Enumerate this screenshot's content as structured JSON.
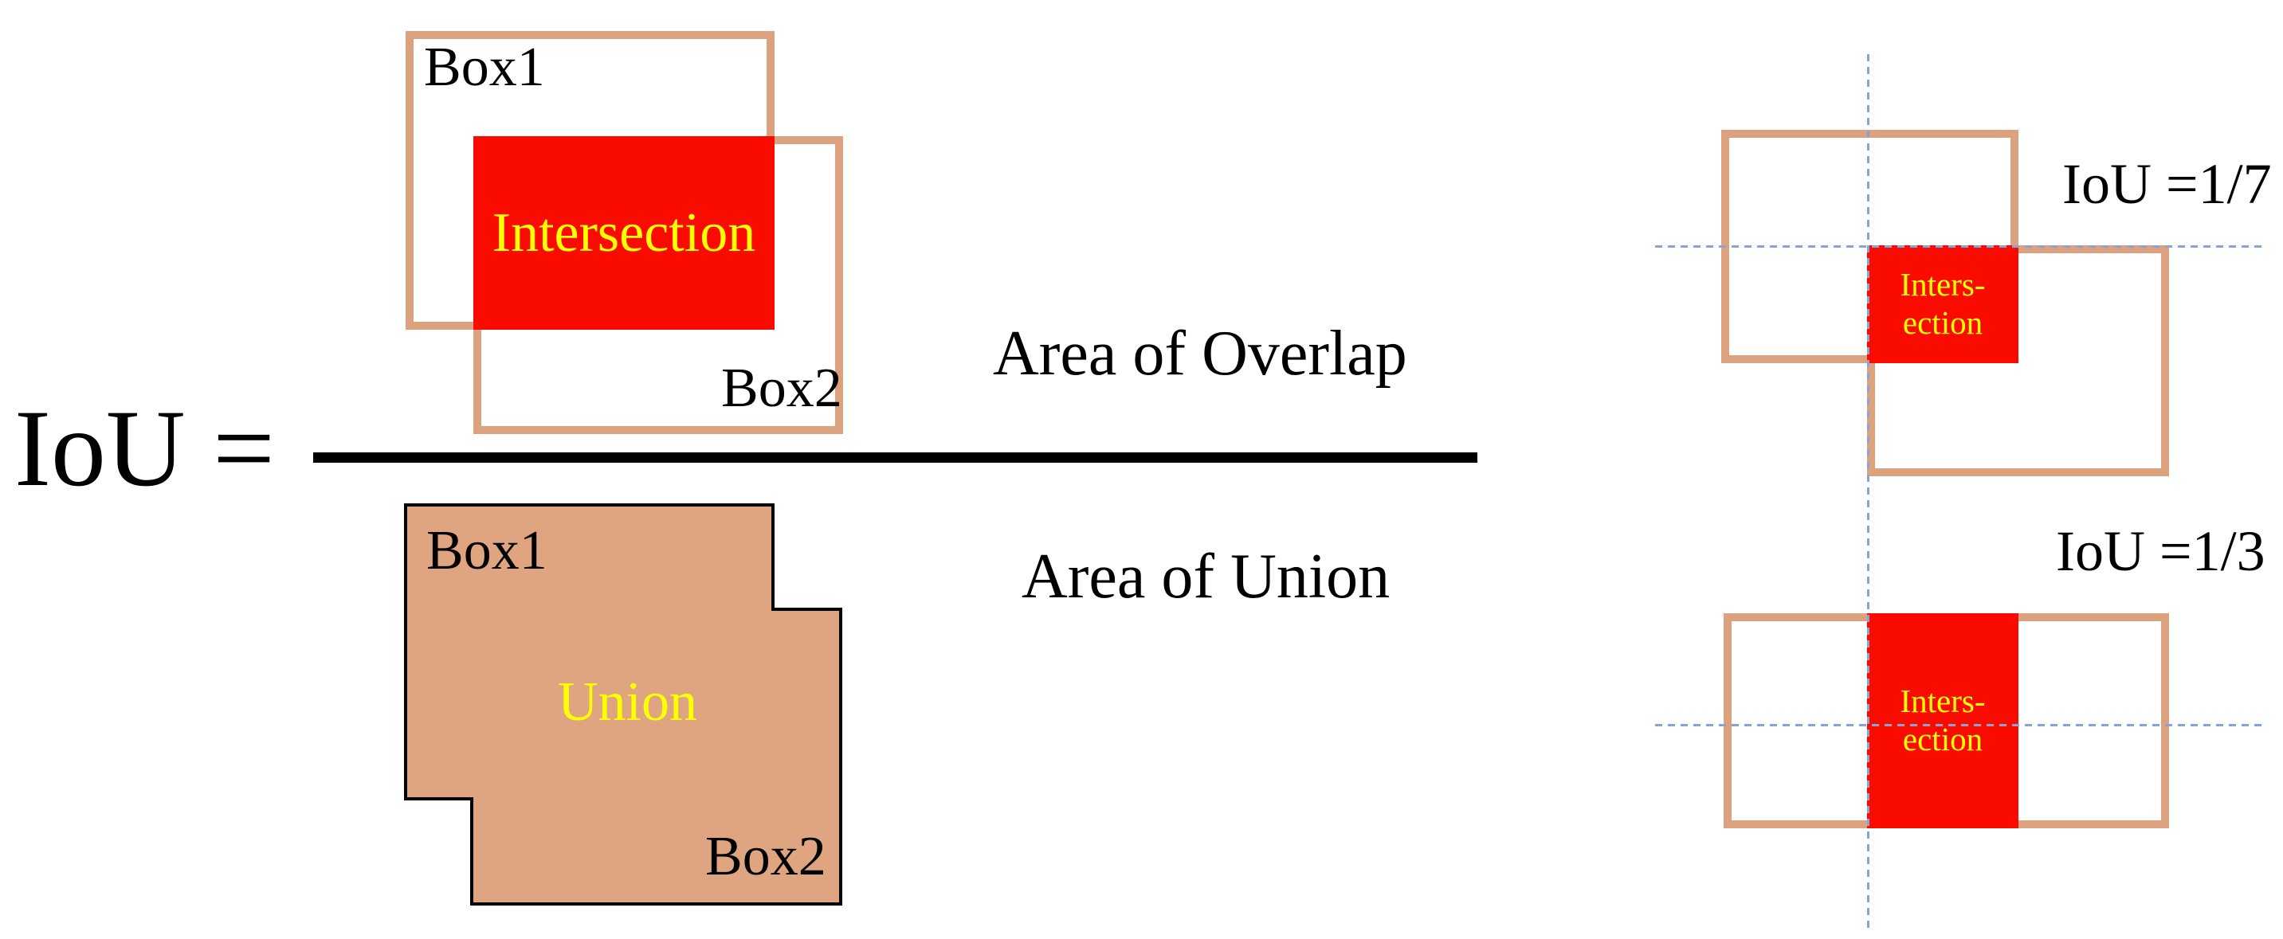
{
  "formula": {
    "lhs": "IoU =",
    "numerator_caption": "Area of Overlap",
    "denominator_caption": "Area of Union",
    "overlap_diagram": {
      "box1_label": "Box1",
      "box2_label": "Box2",
      "intersection_label": "Intersection"
    },
    "union_diagram": {
      "box1_label": "Box1",
      "box2_label": "Box2",
      "union_label": "Union"
    }
  },
  "examples": [
    {
      "iou_label": "IoU =1/7",
      "intersection_line1": "Inters-",
      "intersection_line2": "ection"
    },
    {
      "iou_label": "IoU =1/3",
      "intersection_line1": "Inters-",
      "intersection_line2": "ection"
    }
  ],
  "colors": {
    "box_border_tan": "#DCA27D",
    "union_fill_tan": "#DFA480",
    "union_outline_black": "#000000",
    "intersection_red": "#FA0B00",
    "label_yellow": "#FFFF00",
    "guide_dash_blue": "#8BA3D4",
    "text_black": "#000000"
  }
}
